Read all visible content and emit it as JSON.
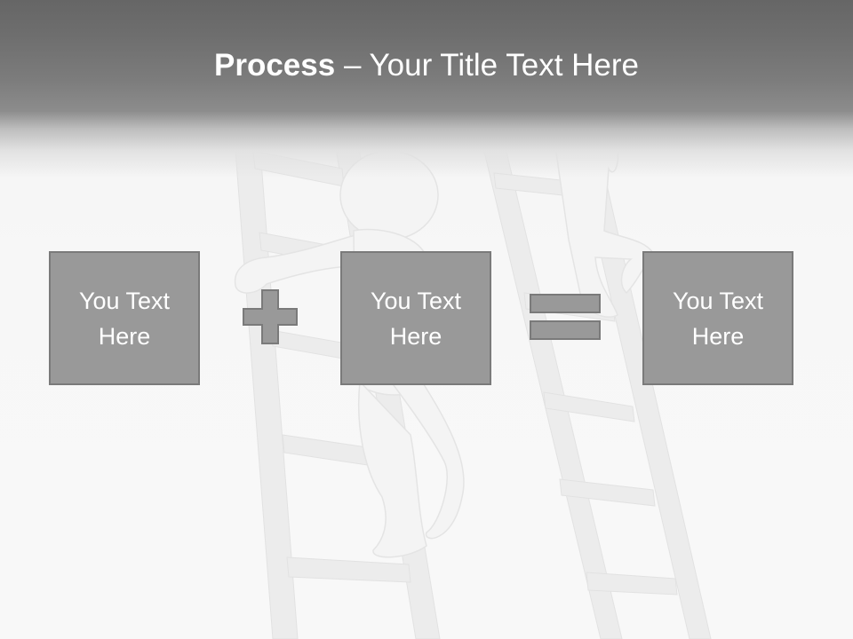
{
  "header": {
    "title_bold": "Process",
    "title_rest": " – Your Title Text Here"
  },
  "process": {
    "steps": [
      {
        "label": "You Text\nHere"
      },
      {
        "label": "You Text\nHere"
      },
      {
        "label": "You Text\nHere"
      }
    ],
    "operators": [
      "plus-icon",
      "equals-icon"
    ]
  },
  "colors": {
    "header": "#666666",
    "box_fill": "#999999",
    "box_border": "#7a7a7a",
    "text": "#ffffff"
  }
}
